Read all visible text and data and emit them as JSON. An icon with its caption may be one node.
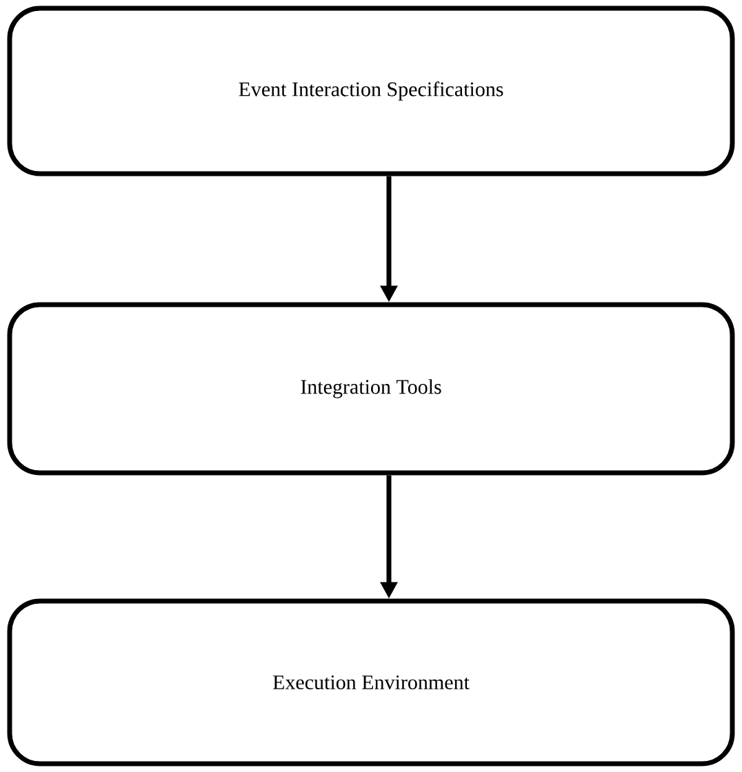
{
  "diagram": {
    "nodes": [
      {
        "text": [
          "Event Interaction Specifications"
        ]
      },
      {
        "text": [
          "Integration Tools"
        ]
      },
      {
        "text": [
          "Execution Environment"
        ]
      }
    ],
    "edges": [
      {
        "from": 0,
        "to": 1,
        "arrow": "to"
      },
      {
        "from": 1,
        "to": 2,
        "arrow": "to"
      }
    ]
  }
}
